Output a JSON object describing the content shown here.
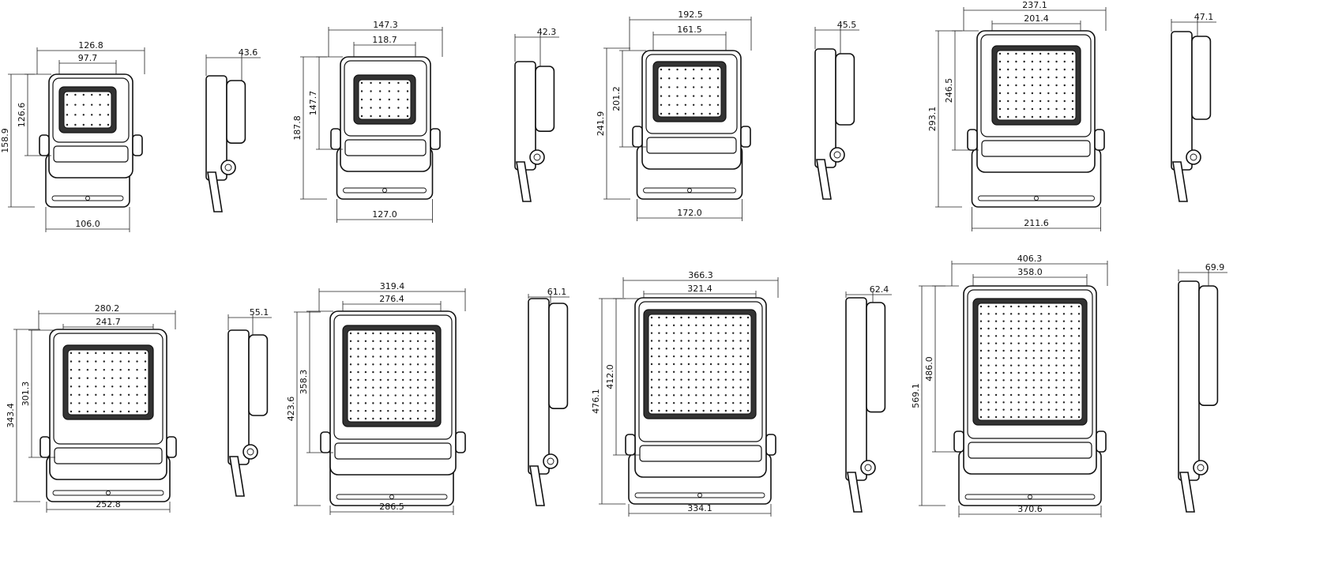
{
  "drawing": {
    "row1": [
      {
        "name": "unit-1",
        "front": {
          "overall_width": "126.8",
          "lens_width": "97.7",
          "bracket_width": "106.0",
          "overall_height": "158.9",
          "body_height": "126.6"
        },
        "side": {
          "depth": "43.6"
        }
      },
      {
        "name": "unit-2",
        "front": {
          "overall_width": "147.3",
          "lens_width": "118.7",
          "bracket_width": "127.0",
          "overall_height": "187.8",
          "body_height": "147.7"
        },
        "side": {
          "depth": "42.3"
        }
      },
      {
        "name": "unit-3",
        "front": {
          "overall_width": "192.5",
          "lens_width": "161.5",
          "bracket_width": "172.0",
          "overall_height": "241.9",
          "body_height": "201.2"
        },
        "side": {
          "depth": "45.5"
        }
      },
      {
        "name": "unit-4",
        "front": {
          "overall_width": "237.1",
          "lens_width": "201.4",
          "bracket_width": "211.6",
          "overall_height": "293.1",
          "body_height": "246.5"
        },
        "side": {
          "depth": "47.1"
        }
      }
    ],
    "row2": [
      {
        "name": "unit-5",
        "front": {
          "overall_width": "280.2",
          "lens_width": "241.7",
          "bracket_width": "252.8",
          "overall_height": "343.4",
          "body_height": "301.3"
        },
        "side": {
          "depth": "55.1"
        }
      },
      {
        "name": "unit-6",
        "front": {
          "overall_width": "319.4",
          "lens_width": "276.4",
          "bracket_width": "286.5",
          "overall_height": "423.6",
          "body_height": "358.3"
        },
        "side": {
          "depth": "61.1"
        }
      },
      {
        "name": "unit-7",
        "front": {
          "overall_width": "366.3",
          "lens_width": "321.4",
          "bracket_width": "334.1",
          "overall_height": "476.1",
          "body_height": "412.0"
        },
        "side": {
          "depth": "62.4"
        }
      },
      {
        "name": "unit-8",
        "front": {
          "overall_width": "406.3",
          "lens_width": "358.0",
          "bracket_width": "370.6",
          "overall_height": "569.1",
          "body_height": "486.0"
        },
        "side": {
          "depth": "69.9"
        }
      }
    ]
  }
}
